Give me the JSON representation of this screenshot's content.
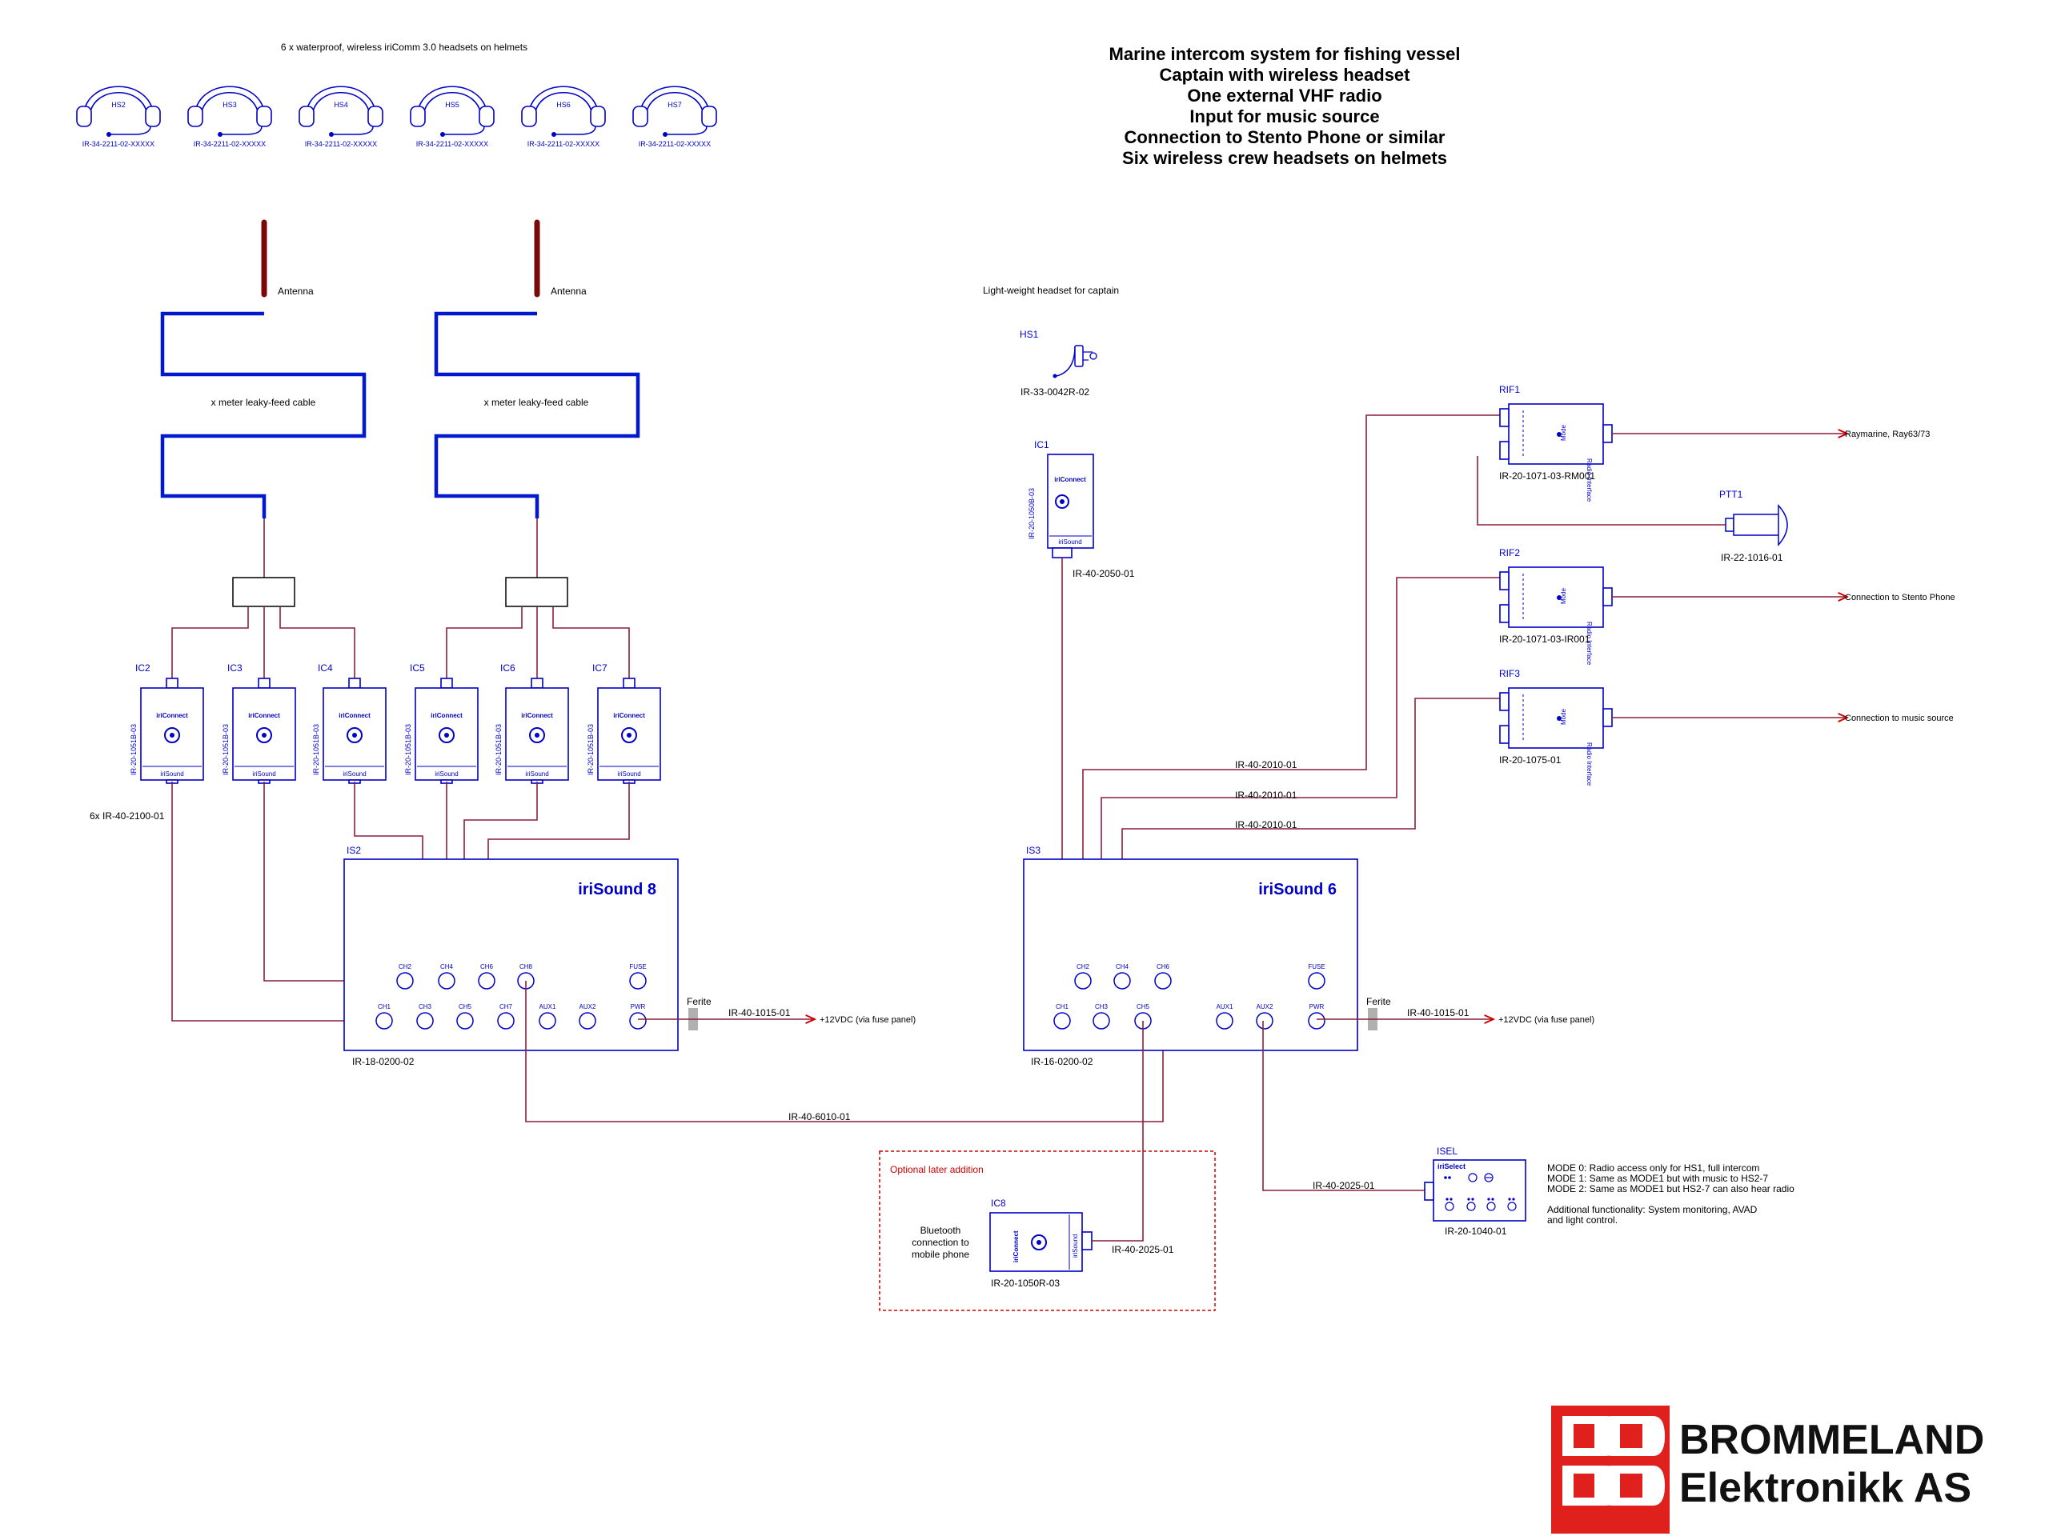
{
  "title_lines": [
    "Marine intercom system for fishing vessel",
    "Captain with wireless headset",
    "One external VHF radio",
    "Input for music source",
    "Connection to Stento Phone or similar",
    "Six wireless crew headsets on helmets"
  ],
  "headsets_caption": "6 x waterproof, wireless iriComm 3.0 headsets on helmets",
  "crew_headsets": [
    {
      "id": "HS2",
      "part": "IR-34-2211-02-XXXXX"
    },
    {
      "id": "HS3",
      "part": "IR-34-2211-02-XXXXX"
    },
    {
      "id": "HS4",
      "part": "IR-34-2211-02-XXXXX"
    },
    {
      "id": "HS5",
      "part": "IR-34-2211-02-XXXXX"
    },
    {
      "id": "HS6",
      "part": "IR-34-2211-02-XXXXX"
    },
    {
      "id": "HS7",
      "part": "IR-34-2211-02-XXXXX"
    }
  ],
  "antennas": [
    {
      "label": "Antenna",
      "cable": "x meter leaky-feed cable"
    },
    {
      "label": "Antenna",
      "cable": "x meter leaky-feed cable"
    }
  ],
  "captain": {
    "caption": "Light-weight headset for captain",
    "id": "HS1",
    "part": "IR-33-0042R-02",
    "connect_id": "IC1",
    "connect_part": "IR-20-1050B-03",
    "cable": "IR-40-2050-01"
  },
  "iriconnect_text": {
    "brand": "iriConnect",
    "bus": "iriSound"
  },
  "iriconnects": [
    {
      "id": "IC2",
      "part": "IR-20-1051B-03"
    },
    {
      "id": "IC3",
      "part": "IR-20-1051B-03"
    },
    {
      "id": "IC4",
      "part": "IR-20-1051B-03"
    },
    {
      "id": "IC5",
      "part": "IR-20-1051B-03"
    },
    {
      "id": "IC6",
      "part": "IR-20-1051B-03"
    },
    {
      "id": "IC7",
      "part": "IR-20-1051B-03"
    }
  ],
  "connect_cables": "6x IR-40-2100-01",
  "is2": {
    "id": "IS2",
    "name": "iriSound 8",
    "part": "IR-18-0200-02",
    "top_ports": [
      "CH2",
      "CH4",
      "CH6",
      "CH8",
      "FUSE"
    ],
    "bottom_ports": [
      "CH1",
      "CH3",
      "CH5",
      "CH7",
      "AUX1",
      "AUX2",
      "PWR"
    ],
    "ferrite": "Ferite",
    "power_cable": "IR-40-1015-01",
    "power": "+12VDC (via fuse panel)"
  },
  "is3": {
    "id": "IS3",
    "name": "iriSound 6",
    "part": "IR-16-0200-02",
    "top_ports": [
      "CH2",
      "CH4",
      "CH6",
      "FUSE"
    ],
    "bottom_ports": [
      "CH1",
      "CH3",
      "CH5",
      "AUX1",
      "AUX2",
      "PWR"
    ],
    "ferrite": "Ferite",
    "power_cable": "IR-40-1015-01",
    "power": "+12VDC (via fuse panel)"
  },
  "link_cable": "IR-40-6010-01",
  "rif_cables": [
    "IR-40-2010-01",
    "IR-40-2010-01",
    "IR-40-2010-01"
  ],
  "radio_interface_text": {
    "side": "Radio Interface",
    "mode": "Mode"
  },
  "rifs": [
    {
      "id": "RIF1",
      "part": "IR-20-1071-03-RM001",
      "target": "Raymarine, Ray63/73"
    },
    {
      "id": "RIF2",
      "part": "IR-20-1071-03-IR001",
      "target": "Connection to Stento Phone"
    },
    {
      "id": "RIF3",
      "part": "IR-20-1075-01",
      "target": "Connection to music source"
    }
  ],
  "ptt": {
    "id": "PTT1",
    "part": "IR-22-1016-01"
  },
  "optional": {
    "title": "Optional later addition",
    "note": [
      "Bluetooth",
      "connection to",
      "mobile phone"
    ],
    "id": "IC8",
    "part": "IR-20-1050R-03",
    "cable": "IR-40-2025-01"
  },
  "isel": {
    "id": "ISEL",
    "brand": "iriSelect",
    "part": "IR-20-1040-01",
    "cable": "IR-40-2025-01",
    "notes": [
      "MODE 0: Radio access only for HS1, full intercom",
      "MODE 1: Same as MODE1 but with music to HS2-7",
      "MODE 2: Same as MODE1 but HS2-7 can also hear radio",
      "",
      "Additional functionality:  System monitoring, AVAD",
      "and light control."
    ]
  },
  "logo": {
    "line1": "BROMMELAND",
    "line2": "Elektronikk  AS"
  },
  "colors": {
    "wire": "#8c1f3c",
    "device": "#0000c8",
    "leaky": "#0018d0",
    "antenna": "#7a0a0a",
    "optional": "#d00000",
    "logo": "#e0201c"
  }
}
